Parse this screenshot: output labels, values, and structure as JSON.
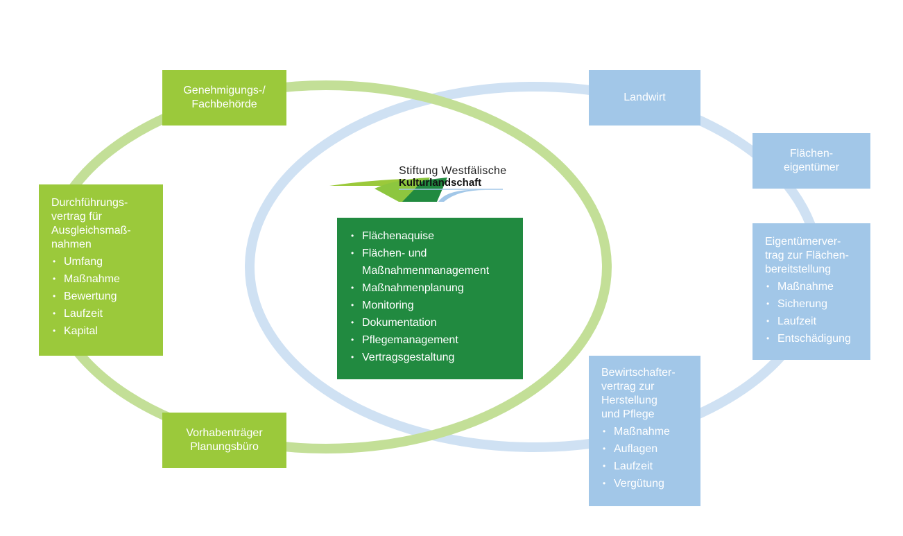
{
  "colors": {
    "green": "#9bc93b",
    "blue": "#a2c7e8",
    "dark_green": "#218a40",
    "ring_green": "#c3df97",
    "ring_blue": "#cfe1f3"
  },
  "logo": {
    "line1": "Stiftung Westfälische",
    "line2": "Kulturlandschaft"
  },
  "nodes": {
    "genehmigung": "Genehmigungs-/\nFachbehörde",
    "vorhaben": "Vorhabenträger\nPlanungsbüro",
    "landwirt": "Landwirt",
    "flaecheneigentuemer": "Flächen-\neigentümer"
  },
  "durchfuehrung": {
    "heading": "Durchführungs-\nvertrag für\nAusgleichsmaß-\nnahmen",
    "items": [
      "Umfang",
      "Maßnahme",
      "Bewertung",
      "Laufzeit",
      "Kapital"
    ]
  },
  "center": {
    "items": [
      "Flächenaquise",
      "Flächen- und Maßnahmenmanagement",
      "Maßnahmenplanung",
      "Monitoring",
      "Dokumentation",
      "Pflegemanagement",
      "Vertragsgestaltung"
    ]
  },
  "eigentuemervertrag": {
    "heading": "Eigentümerver-\ntrag zur Flächen-\nbereitstellung",
    "items": [
      "Maßnahme",
      "Sicherung",
      "Laufzeit",
      "Entschädigung"
    ]
  },
  "bewirtschaftervertrag": {
    "heading": "Bewirtschafter-\nvertrag zur\nHerstellung\nund Pflege",
    "items": [
      "Maßnahme",
      "Auflagen",
      "Laufzeit",
      "Vergütung"
    ]
  }
}
